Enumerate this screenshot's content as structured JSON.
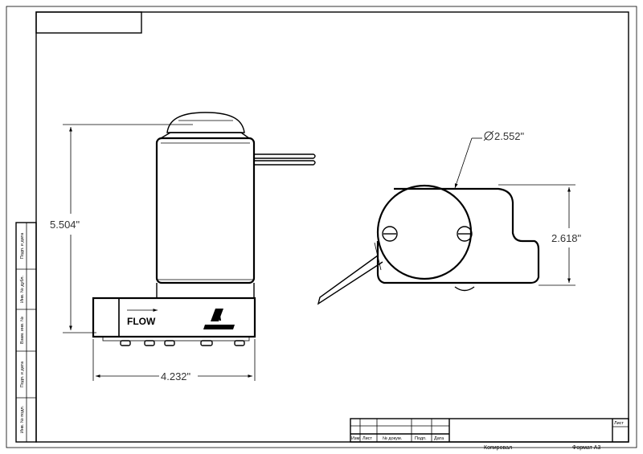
{
  "dimensions": {
    "height": "5.504\"",
    "width": "4.232\"",
    "diameter": "2.552\"",
    "depth": "2.618\""
  },
  "labels": {
    "flow": "FLOW",
    "logo_mark": "A"
  },
  "title_block": {
    "sheet_label": "Лист",
    "columns": [
      "Изм.",
      "Лист",
      "№ докум.",
      "Подп.",
      "Дата"
    ],
    "copied_by": "Копировал",
    "format": "Формат А3"
  },
  "side_stamps": [
    "Подп. и дата",
    "Инв. № дубл.",
    "Взам. инв. №",
    "Подп. и дата",
    "Инв. № подл."
  ]
}
